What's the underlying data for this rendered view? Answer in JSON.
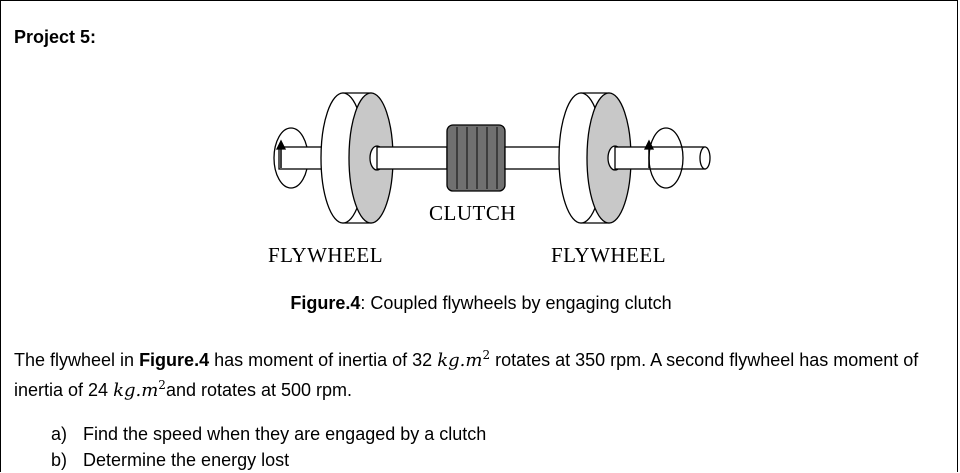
{
  "project_title": "Project 5:",
  "figure": {
    "clutch_label": "CLUTCH",
    "left_flywheel_label": "FLYWHEEL",
    "right_flywheel_label": "FLYWHEEL"
  },
  "caption": {
    "bold": "Figure.4",
    "rest": ": Coupled flywheels by engaging clutch"
  },
  "problem": {
    "part1": "The flywheel in ",
    "fig_ref": "Figure.4",
    "part2": " has moment of inertia of 32 ",
    "unit1": "kg.m",
    "exp1": "2",
    "part3": " rotates at 350 rpm. A second flywheel has moment of inertia of 24 ",
    "unit2": "kg.m",
    "exp2": "2",
    "part4": "and rotates at 500 rpm."
  },
  "questions": [
    {
      "marker": "a)",
      "text": "Find the speed when they are engaged by a clutch"
    },
    {
      "marker": "b)",
      "text": "Determine the energy lost"
    }
  ]
}
